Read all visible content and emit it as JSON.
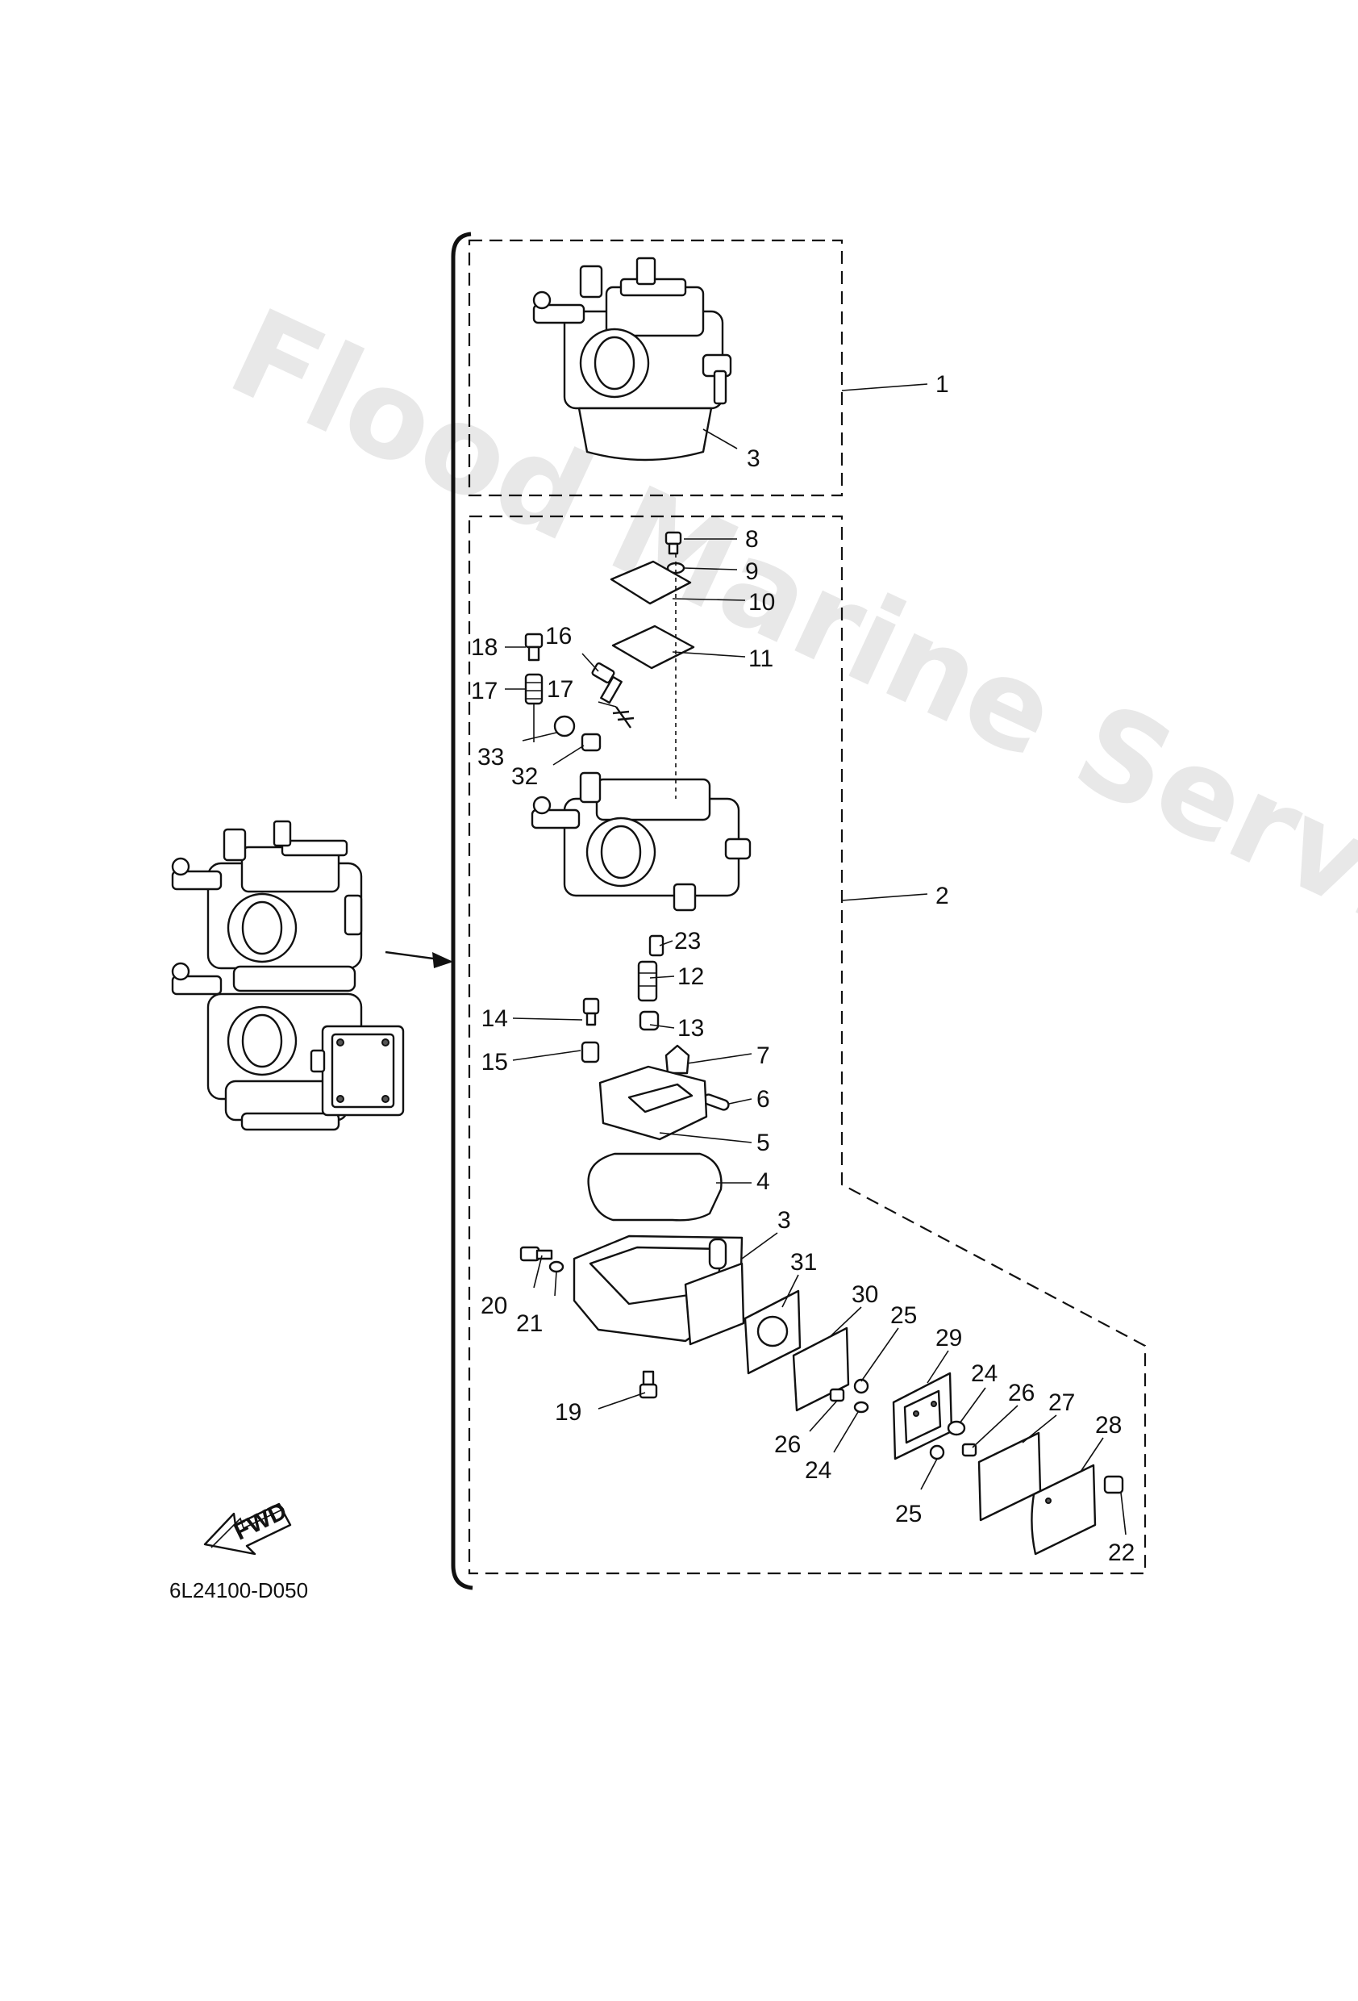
{
  "watermark": "Flood Marine Services",
  "drawing_code": "6L24100-D050",
  "fwd_label": "FWD",
  "callouts": {
    "c1": "1",
    "c3_top": "3",
    "c8": "8",
    "c9": "9",
    "c10": "10",
    "c11": "11",
    "c18": "18",
    "c16": "16",
    "c17_left": "17",
    "c17_right": "17",
    "c33": "33",
    "c32": "32",
    "c2": "2",
    "c23": "23",
    "c12": "12",
    "c14": "14",
    "c13": "13",
    "c15": "15",
    "c7": "7",
    "c6": "6",
    "c5": "5",
    "c4": "4",
    "c3_mid": "3",
    "c31": "31",
    "c30": "30",
    "c25_top": "25",
    "c29": "29",
    "c24_right": "24",
    "c26_right": "26",
    "c27": "27",
    "c28": "28",
    "c20": "20",
    "c21": "21",
    "c19": "19",
    "c26_left": "26",
    "c24_left": "24",
    "c25_bottom": "25",
    "c22": "22"
  }
}
